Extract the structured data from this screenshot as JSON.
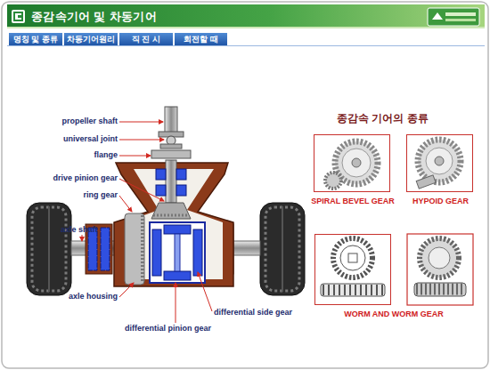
{
  "diagram": {
    "title": "종감속기어 및 차동기어",
    "nodes": [
      {
        "text": [
          "명칭 및 종류"
        ]
      },
      {
        "text": [
          "차동기어원리"
        ]
      },
      {
        "text": [
          "직 진 시"
        ]
      },
      {
        "text": [
          "회전할 때"
        ]
      },
      {
        "text": [
          "SPIRAL BEVEL GEAR"
        ]
      },
      {
        "text": [
          "HYPOID GEAR"
        ]
      },
      {
        "text": [
          "WORM AND WORM GEAR"
        ]
      }
    ],
    "labels": [
      "propeller shaft",
      "universal joint",
      "flange",
      "drive pinion gear",
      "ring gear",
      "axle shaft",
      "axle housing",
      "differential pinion gear",
      "differential side gear",
      "종감속 기어의 종류"
    ]
  }
}
